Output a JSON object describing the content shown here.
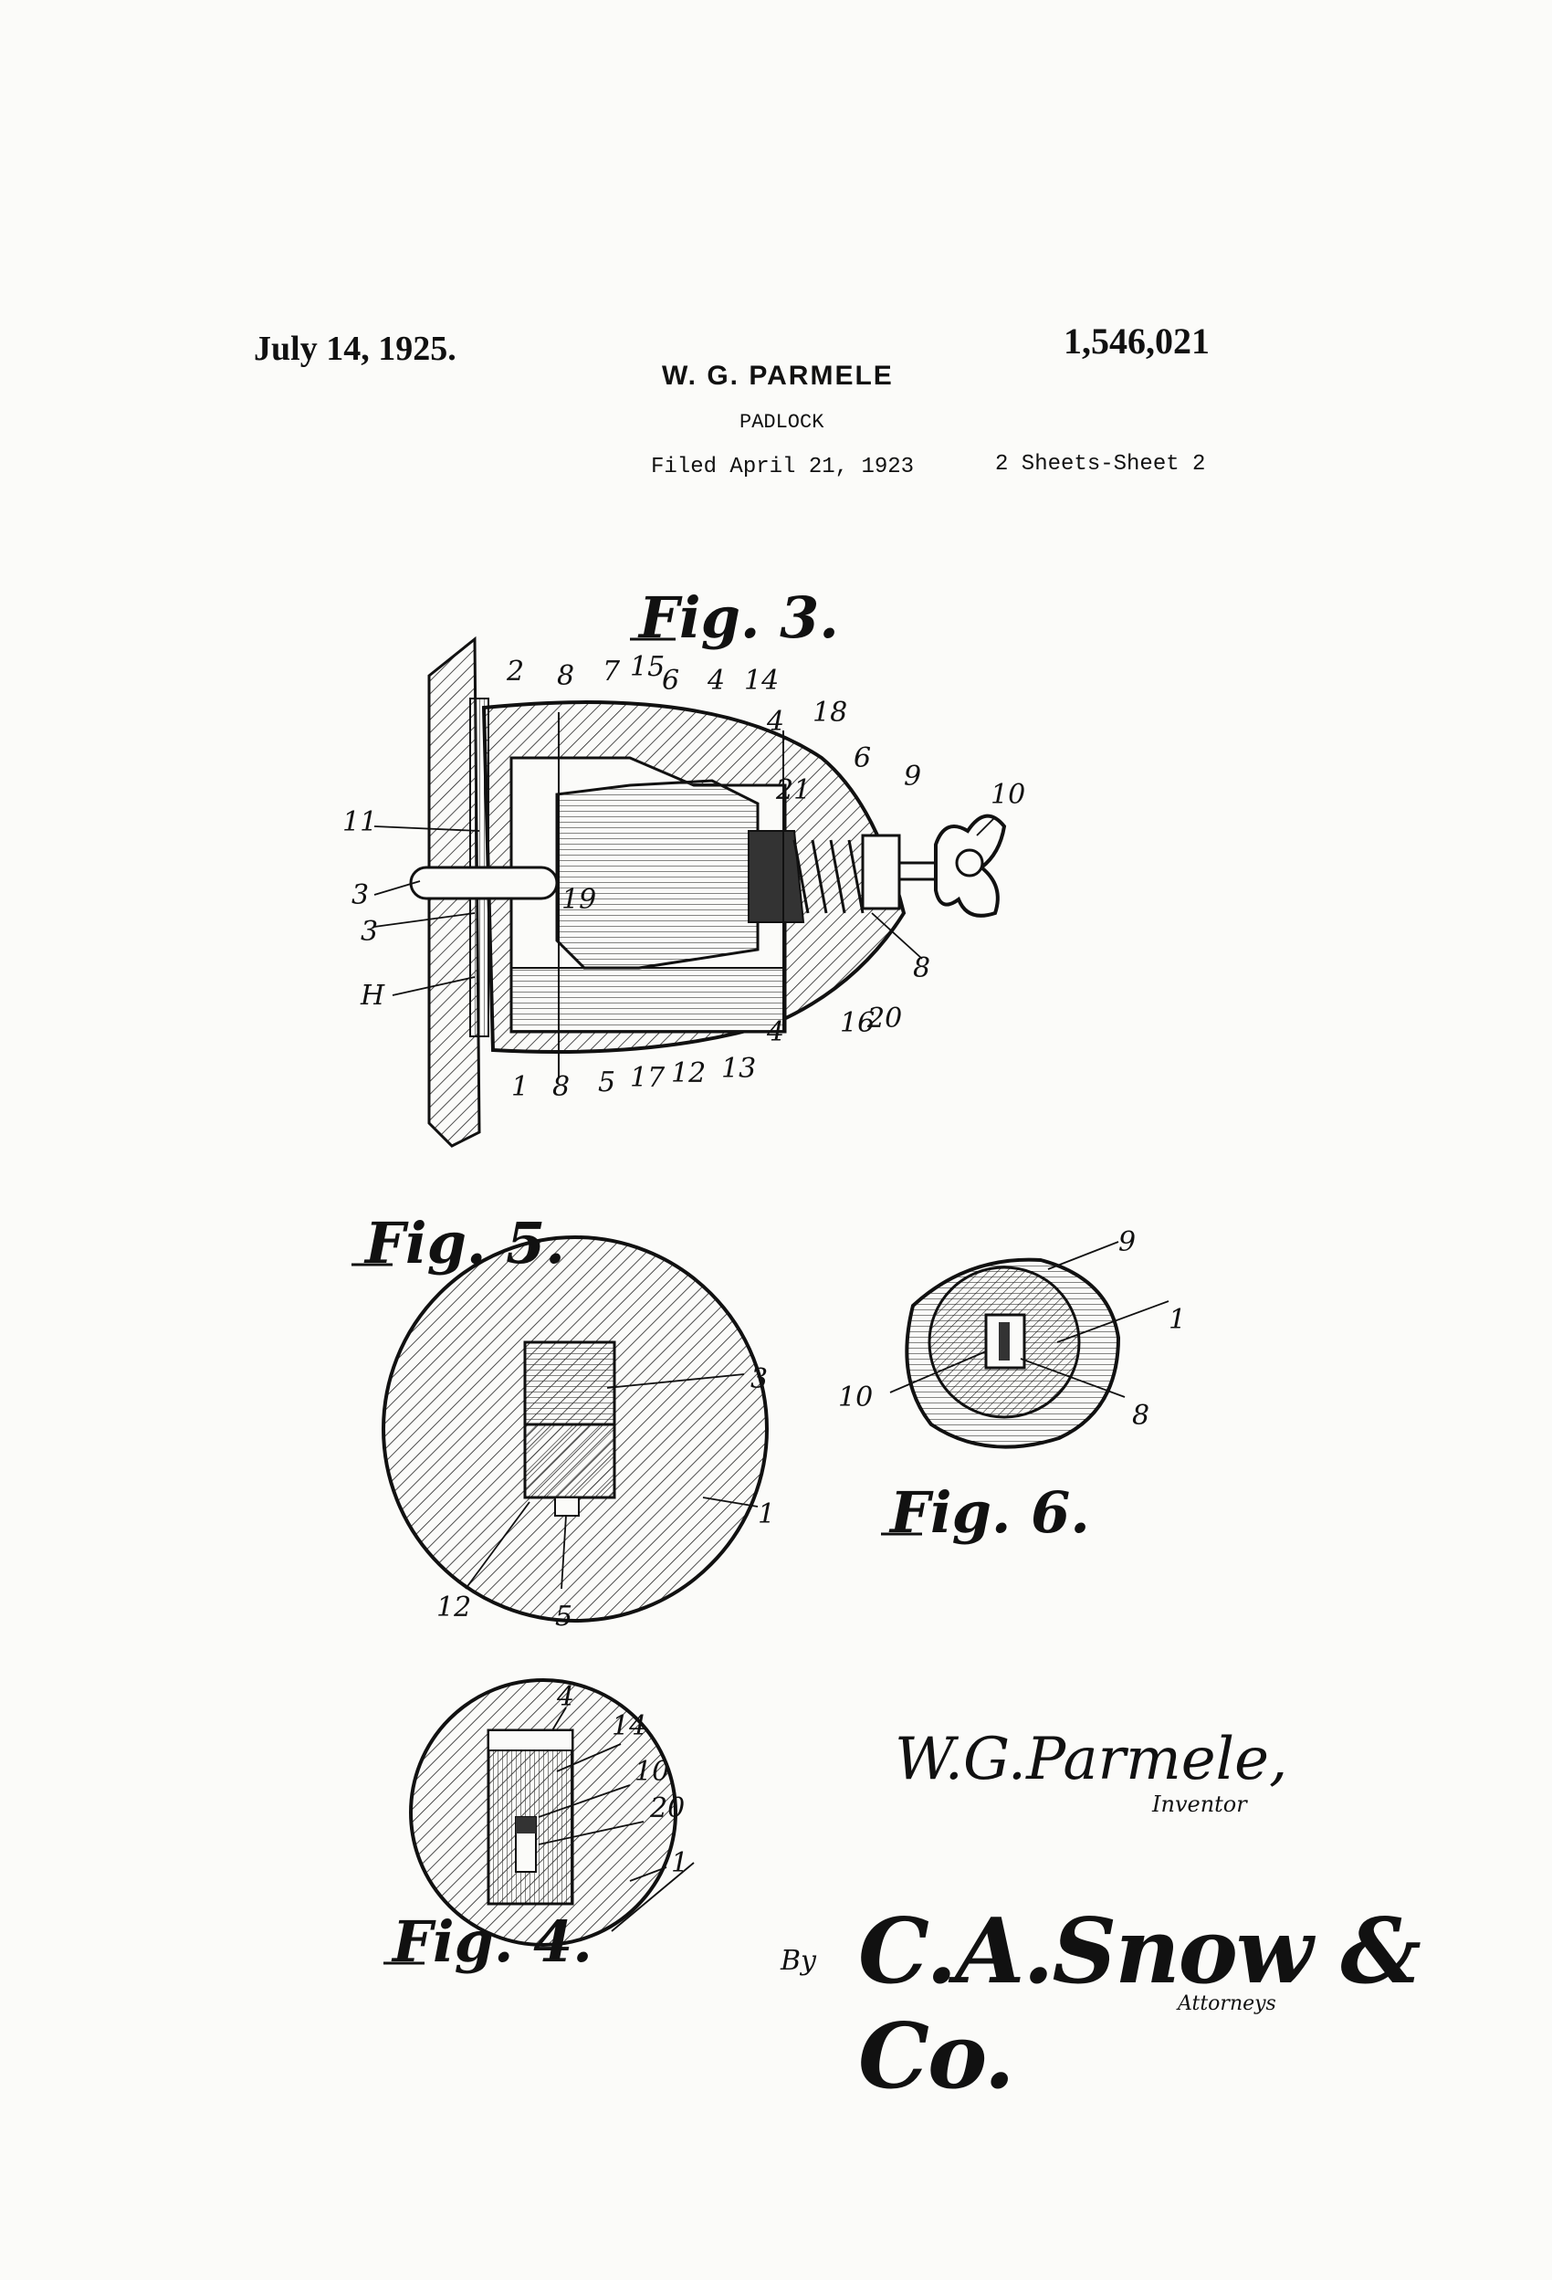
{
  "header": {
    "date": "July 14, 1925.",
    "patent_number": "1,546,021",
    "inventor": "W. G. PARMELE",
    "title": "PADLOCK",
    "filed": "Filed April 21, 1923",
    "sheets": "2 Sheets-Sheet 2"
  },
  "figures": {
    "fig3": {
      "label": "Fig. 3.",
      "refs": [
        "2",
        "8",
        "7",
        "15",
        "6",
        "4",
        "14",
        "18",
        "4",
        "6",
        "9",
        "10",
        "21",
        "11",
        "19",
        "3",
        "3",
        "H",
        "8",
        "16",
        "20",
        "1",
        "8",
        "5",
        "17",
        "12",
        "13",
        "4"
      ]
    },
    "fig5": {
      "label": "Fig. 5.",
      "refs": [
        "3",
        "1",
        "12",
        "5"
      ]
    },
    "fig6": {
      "label": "Fig. 6.",
      "refs": [
        "9",
        "1",
        "10",
        "8"
      ]
    },
    "fig4": {
      "label": "Fig. 4.",
      "refs": [
        "4",
        "14",
        "10",
        "20",
        "1"
      ]
    }
  },
  "signature": {
    "inventor_signature": "W.G.Parmele,",
    "inventor_role": "Inventor",
    "by": "By",
    "attorney_signature": "C.A.Snow & Co.",
    "attorney_role": "Attorneys"
  }
}
